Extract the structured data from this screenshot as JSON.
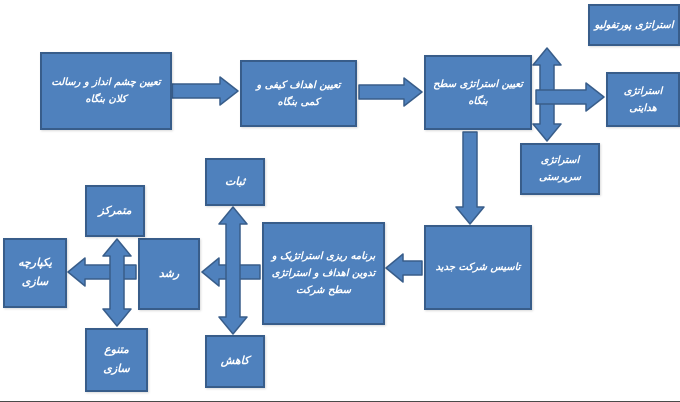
{
  "diagram": {
    "title": "corporate-strategy-flowchart",
    "boxes": {
      "vision": {
        "label": "تعیین چشم انداز و رسالت کلان بنگاه"
      },
      "goals": {
        "label": "تعیین اهداف کیفی و کمی بنگاه"
      },
      "corporate_strategy": {
        "label": "تعیین استراتژی سطح بنگاه"
      },
      "portfolio_strategy": {
        "label": "استراتژی پورتفولیو"
      },
      "directional_strategy": {
        "label": "استراتژی هدایتی"
      },
      "parenting_strategy": {
        "label": "استراتژی سرپرستی"
      },
      "new_company": {
        "label": "تاسیس شرکت جدید"
      },
      "planning": {
        "label": "برنامه ریزی استراتژیک و تدوین اهداف و استراتژی سطح شرکت"
      },
      "growth": {
        "label": "رشد"
      },
      "stability": {
        "label": "ثبات"
      },
      "retrenchment": {
        "label": "کاهش"
      },
      "concentration": {
        "label": "متمرکز"
      },
      "diversification": {
        "label": "متنوع سازی"
      },
      "integration": {
        "label": "یکپارچه سازی"
      }
    },
    "colors": {
      "box_fill": "#4f81bd",
      "box_border": "#385d8a",
      "arrow_fill": "#4f81bd",
      "text": "#ffffff",
      "background": "#ffffff"
    }
  }
}
